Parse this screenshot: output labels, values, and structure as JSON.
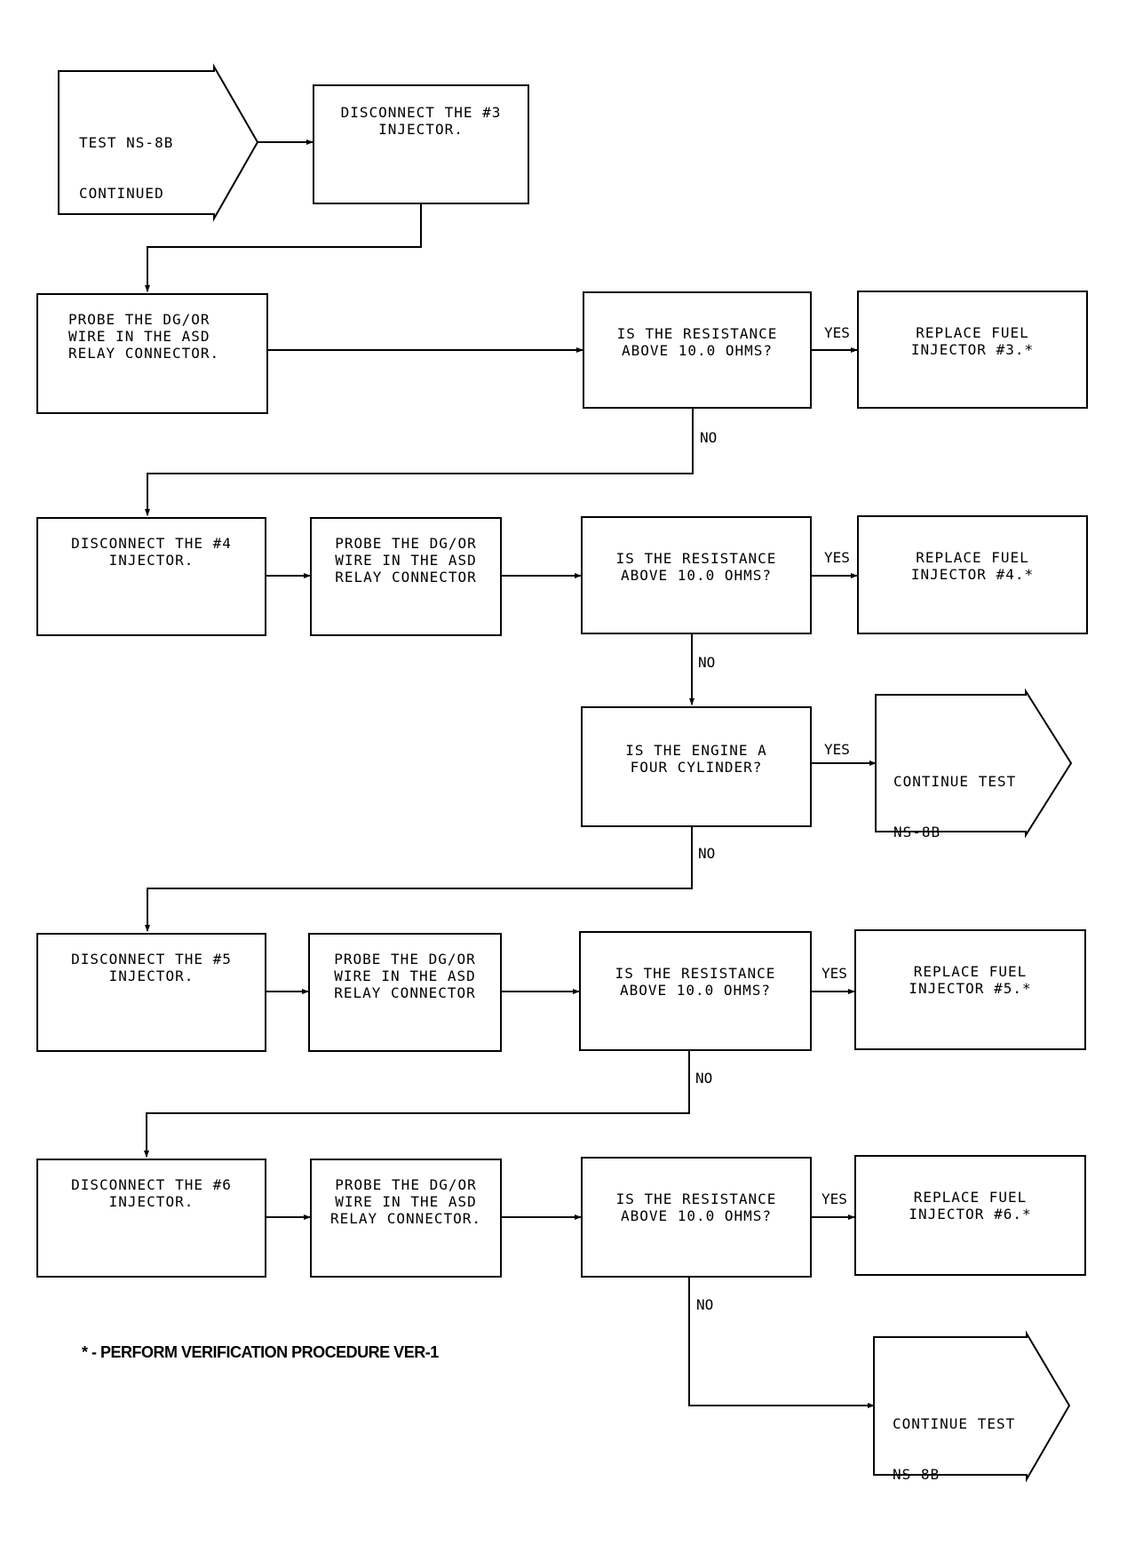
{
  "start": {
    "line1": "TEST NS-8B",
    "line2": "CONTINUED"
  },
  "row1": {
    "disconnect": [
      "DISCONNECT THE #3",
      "INJECTOR."
    ]
  },
  "row2": {
    "probe": [
      "PROBE THE DG/OR",
      "WIRE IN THE ASD",
      "RELAY CONNECTOR."
    ],
    "question": [
      "IS THE RESISTANCE",
      "ABOVE 10.0 OHMS?"
    ],
    "replace": [
      "REPLACE FUEL",
      "INJECTOR #3.*"
    ]
  },
  "row3": {
    "disconnect": [
      "DISCONNECT THE #4",
      "INJECTOR."
    ],
    "probe": [
      "PROBE THE DG/OR",
      "WIRE IN THE ASD",
      "RELAY CONNECTOR"
    ],
    "question": [
      "IS THE RESISTANCE",
      "ABOVE 10.0 OHMS?"
    ],
    "replace": [
      "REPLACE FUEL",
      "INJECTOR #4.*"
    ]
  },
  "row4": {
    "question": [
      "IS THE ENGINE A",
      "FOUR CYLINDER?"
    ],
    "continue": [
      "CONTINUE TEST",
      "NS-8B"
    ]
  },
  "row5": {
    "disconnect": [
      "DISCONNECT THE #5",
      "INJECTOR."
    ],
    "probe": [
      "PROBE THE DG/OR",
      "WIRE IN THE ASD",
      "RELAY CONNECTOR"
    ],
    "question": [
      "IS THE RESISTANCE",
      "ABOVE 10.0 OHMS?"
    ],
    "replace": [
      "REPLACE FUEL",
      "INJECTOR #5.*"
    ]
  },
  "row6": {
    "disconnect": [
      "DISCONNECT THE #6",
      "INJECTOR."
    ],
    "probe": [
      "PROBE THE DG/OR",
      "WIRE IN THE ASD",
      "RELAY CONNECTOR."
    ],
    "question": [
      "IS THE RESISTANCE",
      "ABOVE 10.0 OHMS?"
    ],
    "replace": [
      "REPLACE FUEL",
      "INJECTOR #6.*"
    ],
    "continue": [
      "CONTINUE TEST",
      "NS 8B"
    ]
  },
  "labels": {
    "yes": "YES",
    "no": "NO"
  },
  "footnote": "* - PERFORM VERIFICATION PROCEDURE VER-1"
}
